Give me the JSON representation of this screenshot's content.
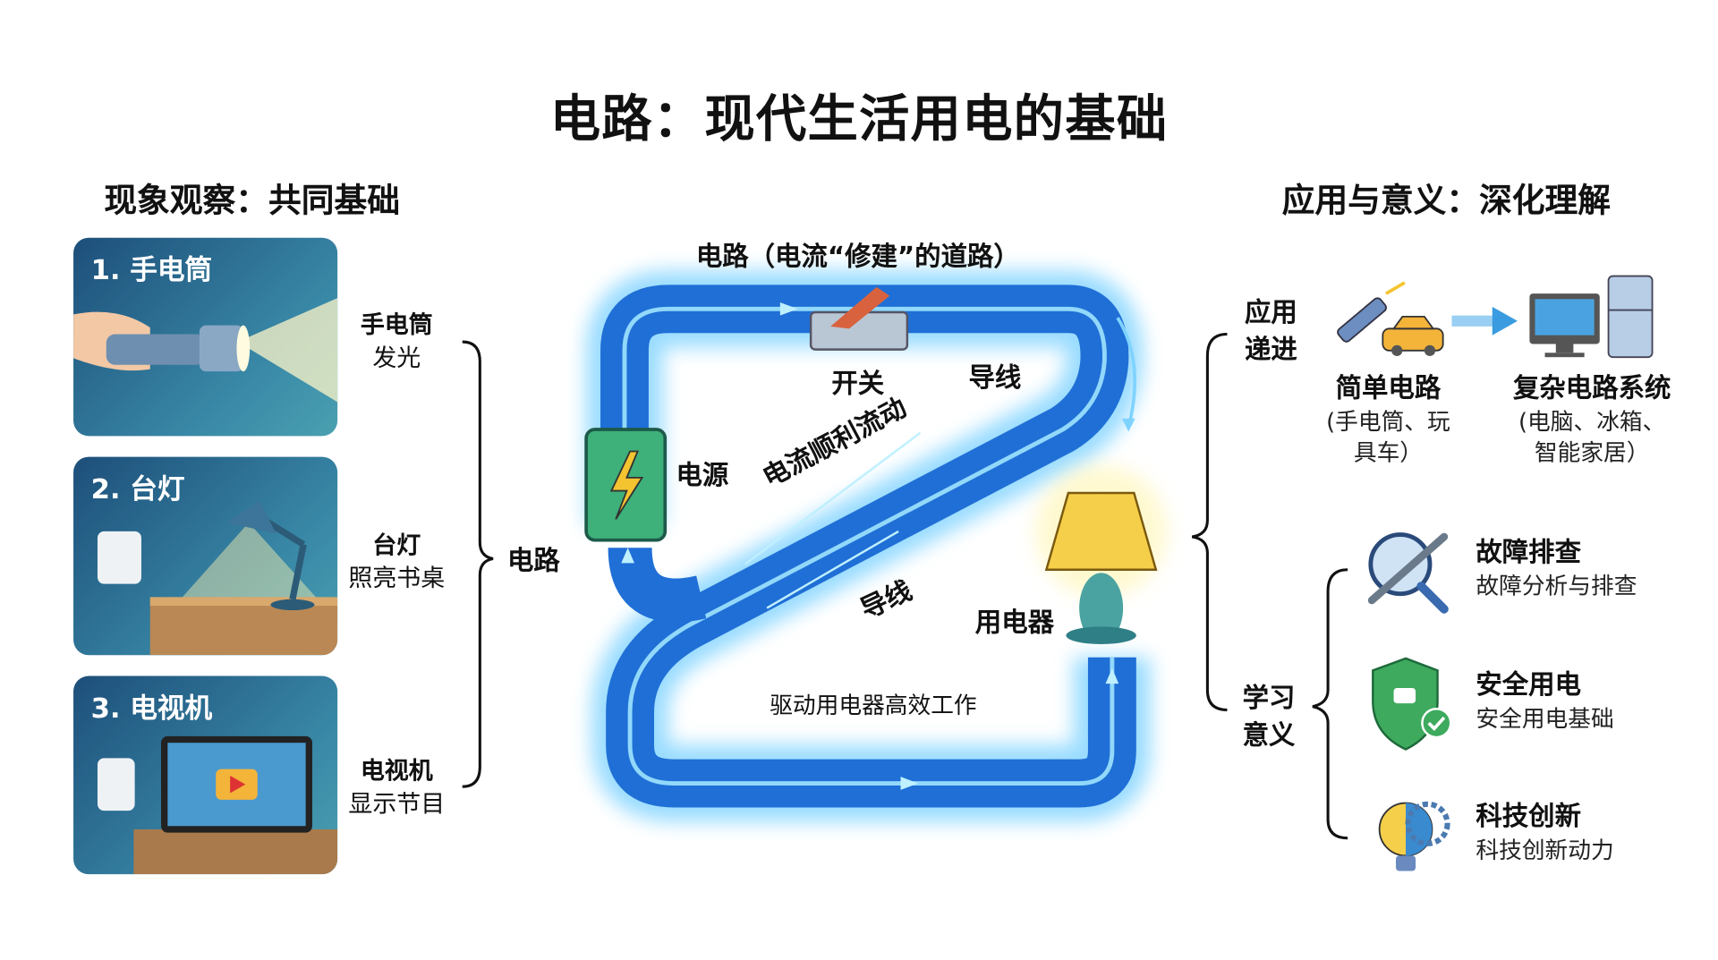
{
  "title": "电路：现代生活用电的基础",
  "left": {
    "heading": "现象观察：共同基础",
    "cards": [
      {
        "label": "1. 手电筒",
        "name": "手电筒",
        "desc": "发光"
      },
      {
        "label": "2. 台灯",
        "name": "台灯",
        "desc": "照亮书桌"
      },
      {
        "label": "3. 电视机",
        "name": "电视机",
        "desc": "显示节目"
      }
    ],
    "group_label": "电路"
  },
  "center": {
    "subtitle": "电路（电流“修建”的道路）",
    "switch": "开关",
    "wire_top": "导线",
    "power": "电源",
    "flow": "电流顺利流动",
    "wire_mid": "导线",
    "appliance": "用电器",
    "drive": "驱动用电器高效工作"
  },
  "right": {
    "heading": "应用与意义：深化理解",
    "progression": {
      "label_1": "应用",
      "label_2": "递进",
      "simple_title": "简单电路",
      "simple_desc_1": "(手电筒、玩",
      "simple_desc_2": "具车）",
      "complex_title": "复杂电路系统",
      "complex_desc_1": "(电脑、冰箱、",
      "complex_desc_2": "智能家居）"
    },
    "significance": {
      "label_1": "学习",
      "label_2": "意义",
      "items": [
        {
          "title": "故障排查",
          "desc": "故障分析与排查"
        },
        {
          "title": "安全用电",
          "desc": "安全用电基础"
        },
        {
          "title": "科技创新",
          "desc": "科技创新动力"
        }
      ]
    }
  },
  "colors": {
    "track": "#1f6fd6",
    "glow": "#7fd3ff",
    "card": "#2a6a92"
  }
}
